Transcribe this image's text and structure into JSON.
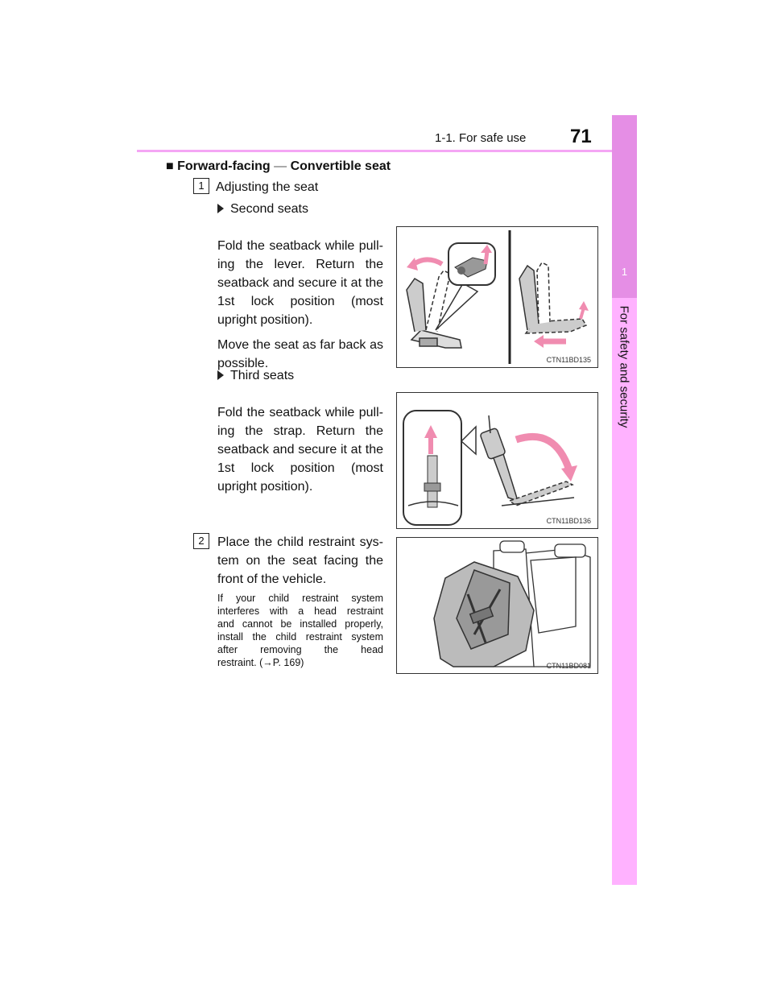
{
  "header": {
    "section": "1-1. For safe use",
    "page_number": "71"
  },
  "side_tab": {
    "chapter_number": "1",
    "chapter_label": "For safety and security"
  },
  "heading": {
    "bullet": "■",
    "title_main": "Forward-facing",
    "dash": "—",
    "title_sub": "Convertible seat"
  },
  "step1": {
    "number": "1",
    "title": "Adjusting the seat",
    "second_seats": {
      "label": "Second seats",
      "lines": [
        "Fold the seatback while pull-",
        "ing the lever. Return the",
        "seatback and secure it at the",
        "1st lock position (most"
      ],
      "last_line": "upright position).",
      "move_text": "Move the seat as far back as possible."
    },
    "third_seats": {
      "label": "Third seats",
      "lines": [
        "Fold the seatback while pull-",
        "ing the strap. Return the",
        "seatback and secure it at the",
        "1st lock position (most"
      ],
      "last_line": "upright position)."
    }
  },
  "step2": {
    "number": "2",
    "lines": [
      "Place the child restraint sys-",
      "tem on the seat facing the"
    ],
    "last_line": "front of the vehicle.",
    "note_lines": [
      "If your child restraint system",
      "interferes with a head restraint",
      "and cannot be installed properly,",
      "install the child restraint system",
      "after removing the head"
    ],
    "note_last": "restraint. (→P. 169)"
  },
  "figures": {
    "fig1_code": "CTN11BD135",
    "fig2_code": "CTN11BD136",
    "fig3_code": "CTN11BD081"
  },
  "colors": {
    "accent_pink": "#ffb2ff",
    "rule_pink": "#f4a6f4",
    "arrow_pink": "#f08cb0"
  }
}
